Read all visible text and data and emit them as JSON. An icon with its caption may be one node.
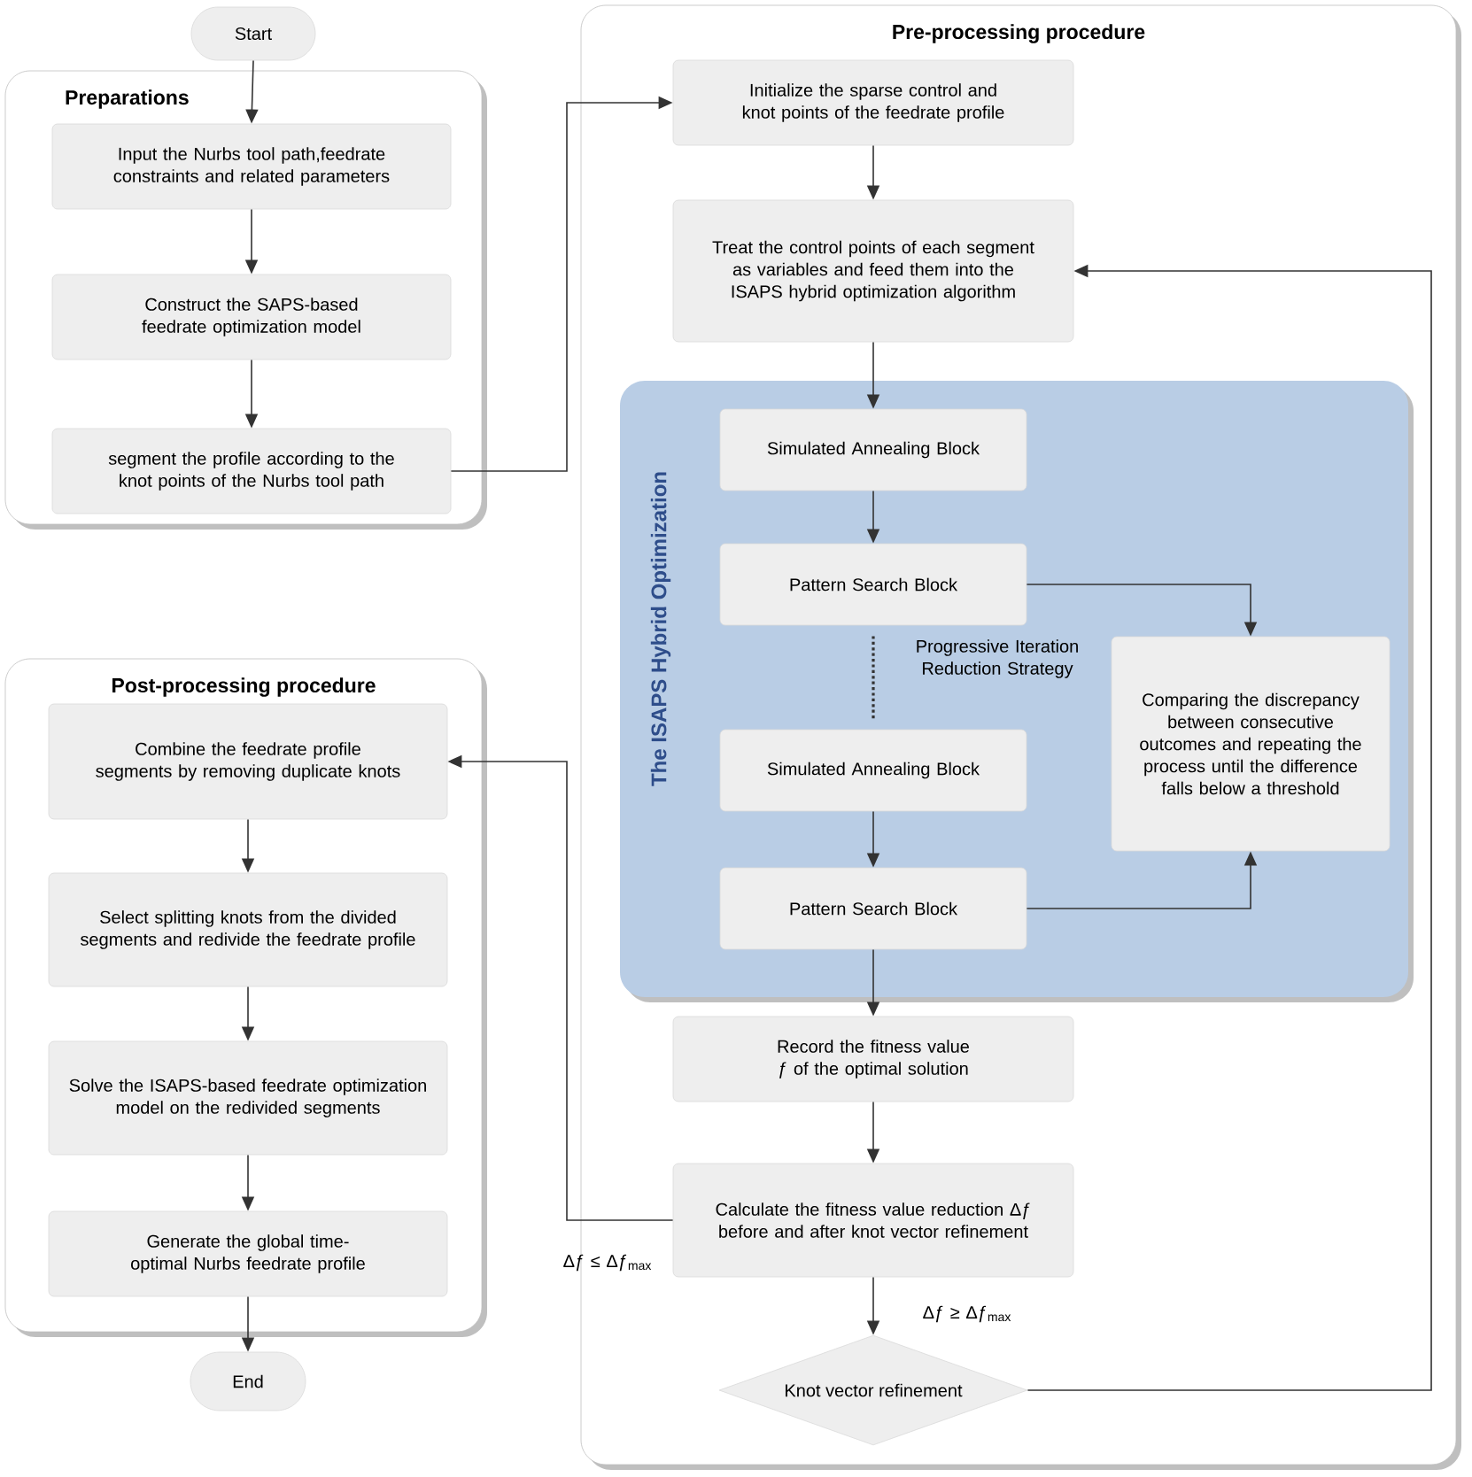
{
  "diagram": {
    "nodes": [
      {
        "text": [
          "Start"
        ]
      },
      {
        "text": [
          "Preparations"
        ]
      },
      {
        "text": [
          "Input the Nurbs tool path,feedrate constraints and related parameters"
        ],
        "in": 1
      },
      {
        "text": [
          "Construct the SAPS-based feedrate optimization model"
        ],
        "in": 1
      },
      {
        "text": [
          "segment the profile according to the knot points of the Nurbs tool path"
        ],
        "in": 1
      },
      {
        "text": [
          "Post-processing procedure"
        ]
      },
      {
        "text": [
          "Combine the feedrate profile segments by removing duplicate knots"
        ],
        "in": 5
      },
      {
        "text": [
          "Select splitting knots from the divided segments and redivide the feedrate profile"
        ],
        "in": 5
      },
      {
        "text": [
          "Solve the ISAPS-based feedrate optimization model on the redivided segments"
        ],
        "in": 5
      },
      {
        "text": [
          "Generate the global time-optimal Nurbs feedrate profile"
        ],
        "in": 5
      },
      {
        "text": [
          "End"
        ]
      },
      {
        "text": [
          "Pre-processing procedure"
        ]
      },
      {
        "text": [
          "Initialize the sparse control and knot points of the feedrate profile"
        ],
        "in": 11
      },
      {
        "text": [
          "Treat the control points of each segment as variables and feed them into the ISAPS hybrid optimization algorithm"
        ],
        "in": 11
      },
      {
        "text": [
          "The ISAPS Hybrid Optimization"
        ],
        "in": 11
      },
      {
        "text": [
          "Simulated Annealing Block"
        ],
        "in": 14
      },
      {
        "text": [
          "Pattern Search Block"
        ],
        "in": 14
      },
      {
        "text": [
          "Simulated Annealing Block"
        ],
        "in": 14
      },
      {
        "text": [
          "Pattern Search Block"
        ],
        "in": 14
      },
      {
        "text": [
          "Comparing the discrepancy between consecutive outcomes and repeating the process until the difference falls below a threshold"
        ],
        "in": 14
      },
      {
        "text": [
          "Record the fitness value ƒ of the optimal solution"
        ],
        "in": 11
      },
      {
        "text": [
          "Calculate the fitness value reduction Δƒ before and after knot vector refinement"
        ],
        "in": 11
      },
      {
        "text": [
          "Knot vector refinement"
        ],
        "in": 11
      }
    ],
    "edges": [
      {
        "from": 0,
        "to": 2,
        "arrow": "to"
      },
      {
        "from": 2,
        "to": 3,
        "arrow": "to"
      },
      {
        "from": 3,
        "to": 4,
        "arrow": "to"
      },
      {
        "from": 4,
        "to": 12,
        "arrow": "to"
      },
      {
        "from": 12,
        "to": 13,
        "arrow": "to"
      },
      {
        "from": 13,
        "to": 15,
        "arrow": "to"
      },
      {
        "from": 15,
        "to": 16,
        "arrow": "to"
      },
      {
        "from": 16,
        "to": 19,
        "arrow": "to"
      },
      {
        "from": 16,
        "to": 17,
        "arrow": "none",
        "style": "dashed",
        "label": "Progressive Iteration Reduction Strategy"
      },
      {
        "from": 17,
        "to": 18,
        "arrow": "to"
      },
      {
        "from": 18,
        "to": 19,
        "arrow": "to"
      },
      {
        "from": 18,
        "to": 20,
        "arrow": "to"
      },
      {
        "from": 20,
        "to": 21,
        "arrow": "to"
      },
      {
        "from": 21,
        "to": 22,
        "arrow": "to",
        "label": "Δƒ ≥ Δƒ$_{max}$"
      },
      {
        "from": 21,
        "to": 6,
        "arrow": "to",
        "label": "Δƒ ≤ Δƒ$_{max}$"
      },
      {
        "from": 22,
        "to": 13,
        "arrow": "to"
      },
      {
        "from": 6,
        "to": 7,
        "arrow": "to"
      },
      {
        "from": 7,
        "to": 8,
        "arrow": "to"
      },
      {
        "from": 8,
        "to": 9,
        "arrow": "to"
      },
      {
        "from": 9,
        "to": 10,
        "arrow": "to"
      }
    ]
  }
}
